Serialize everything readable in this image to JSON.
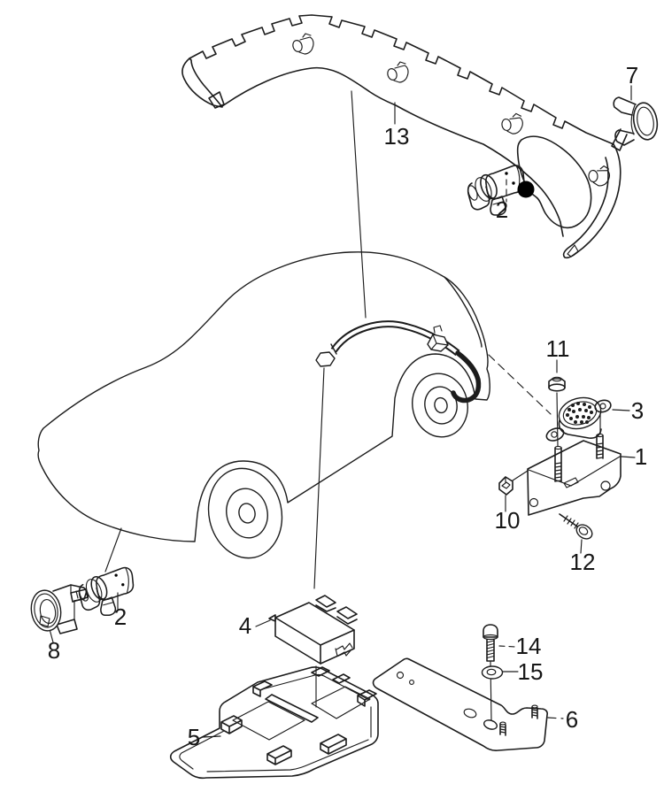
{
  "diagram": {
    "background": "#ffffff",
    "line_color": "#1c1c1c",
    "marker_color": "#000000",
    "callouts": {
      "rear_bumper": "13",
      "retainer": "7",
      "sensor_rear": "2",
      "buzzer_nut": "11",
      "warning_buzzer": "3",
      "buzzer_bracket": "1",
      "clip_nut": "10",
      "tapping_screw": "12",
      "sensor_holder": "8",
      "sensor_front": "2",
      "control_unit": "4",
      "foam_tray": "5",
      "base_plate": "6",
      "bolt": "14",
      "washer": "15"
    }
  }
}
